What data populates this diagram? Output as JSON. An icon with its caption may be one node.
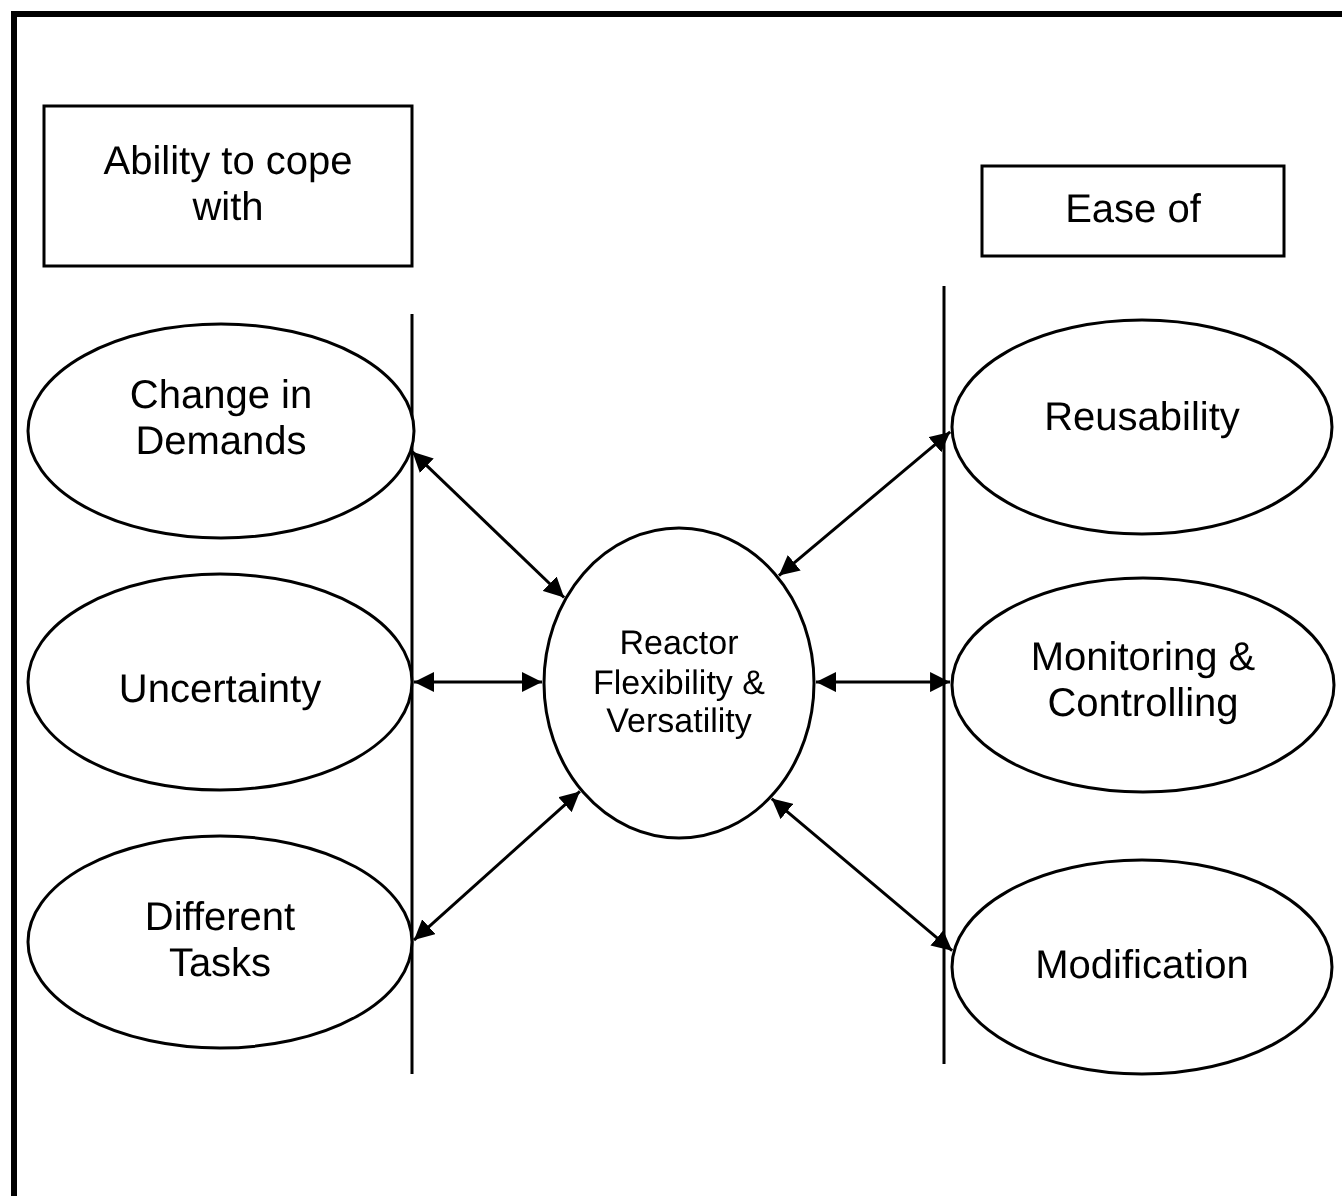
{
  "diagram": {
    "nodes": [
      {
        "text": [
          "Ability to cope with"
        ]
      },
      {
        "text": [
          "Ease of"
        ]
      },
      {
        "text": [
          "Change in Demands"
        ]
      },
      {
        "text": [
          "Reusability"
        ]
      },
      {
        "text": [
          "Uncertainty"
        ]
      },
      {
        "text": [
          "Reactor Flexibility & Versatility"
        ]
      },
      {
        "text": [
          "Monitoring & Controlling"
        ]
      },
      {
        "text": [
          "Different Tasks"
        ]
      },
      {
        "text": [
          "Modification"
        ]
      }
    ],
    "edges": [
      {
        "from": 5,
        "to": 2,
        "arrow": "both"
      },
      {
        "from": 5,
        "to": 4,
        "arrow": "both"
      },
      {
        "from": 5,
        "to": 7,
        "arrow": "both"
      },
      {
        "from": 5,
        "to": 3,
        "arrow": "both"
      },
      {
        "from": 5,
        "to": 6,
        "arrow": "both"
      },
      {
        "from": 5,
        "to": 8,
        "arrow": "both"
      }
    ]
  }
}
